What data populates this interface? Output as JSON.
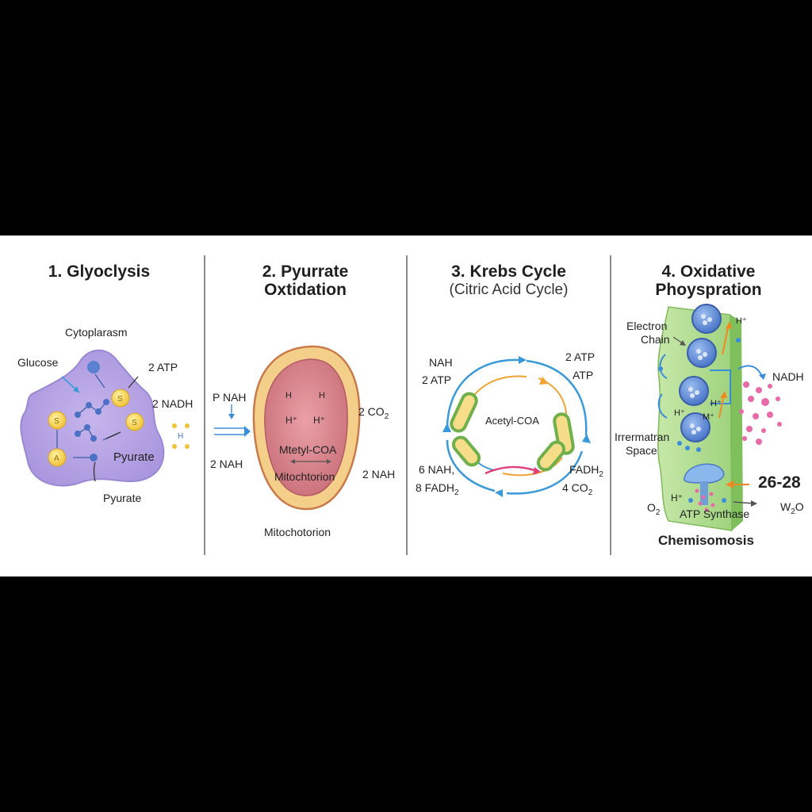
{
  "stages": [
    {
      "title": "1. Glyoclysis",
      "labels": {
        "cytoplasm": "Cytoplarasm",
        "glucose": "Glucose",
        "atp": "2 ATP",
        "nadh": "2 NADH",
        "pyruvate_in": "Pyurate",
        "pyruvate_out": "Pyurate",
        "s1": "S",
        "s2": "S",
        "s3": "S",
        "s4": "A",
        "h": "H"
      }
    },
    {
      "title_line1": "2. Pyurrate",
      "title_line2": "Oxtidation",
      "labels": {
        "pnah": "P NAH",
        "nah_left": "2 NAH",
        "h1": "H",
        "h2": "H",
        "h3": "H⁺",
        "h4": "H⁺",
        "acetyl": "Mtetyl-COA",
        "mito_inner": "Mitochtorion",
        "co2": "2 CO",
        "co2_sub": "2",
        "nah_right": "2 NAH",
        "mito_bottom": "Mitochotorion"
      }
    },
    {
      "title": "3. Krebs Cycle",
      "subtitle": "(Citric Acid Cycle)",
      "labels": {
        "nah": "NAH",
        "atp_left": "2 ATP",
        "atp_right1": "2 ATP",
        "atp_right2": "ATP",
        "center": "Acetyl-COA",
        "nah6": "6 NAH,",
        "fadh8": "8 FADH",
        "fadh8_sub": "2",
        "fadh": "FADH",
        "fadh_sub": "2",
        "co2": "4 CO",
        "co2_sub": "2"
      }
    },
    {
      "title_line1": "4. Oxidative",
      "title_line2": "Phoyspration",
      "labels": {
        "electron1": "Electron",
        "electron2": "Chain",
        "h_top": "H⁺",
        "h_mid1": "H⁺",
        "h_mid2": "H⁺",
        "m_mid": "M⁺",
        "h_bottom": "H⁺",
        "nadh": "NADH",
        "inter1": "Irrermatran",
        "inter2": "Space",
        "count": "26-28",
        "o2": "O",
        "o2_sub": "2",
        "atp_synthase": "ATP Synthase",
        "water": "W",
        "water_sub": "2",
        "water_tail": "O",
        "chemi": "Chemisomosis"
      }
    }
  ]
}
